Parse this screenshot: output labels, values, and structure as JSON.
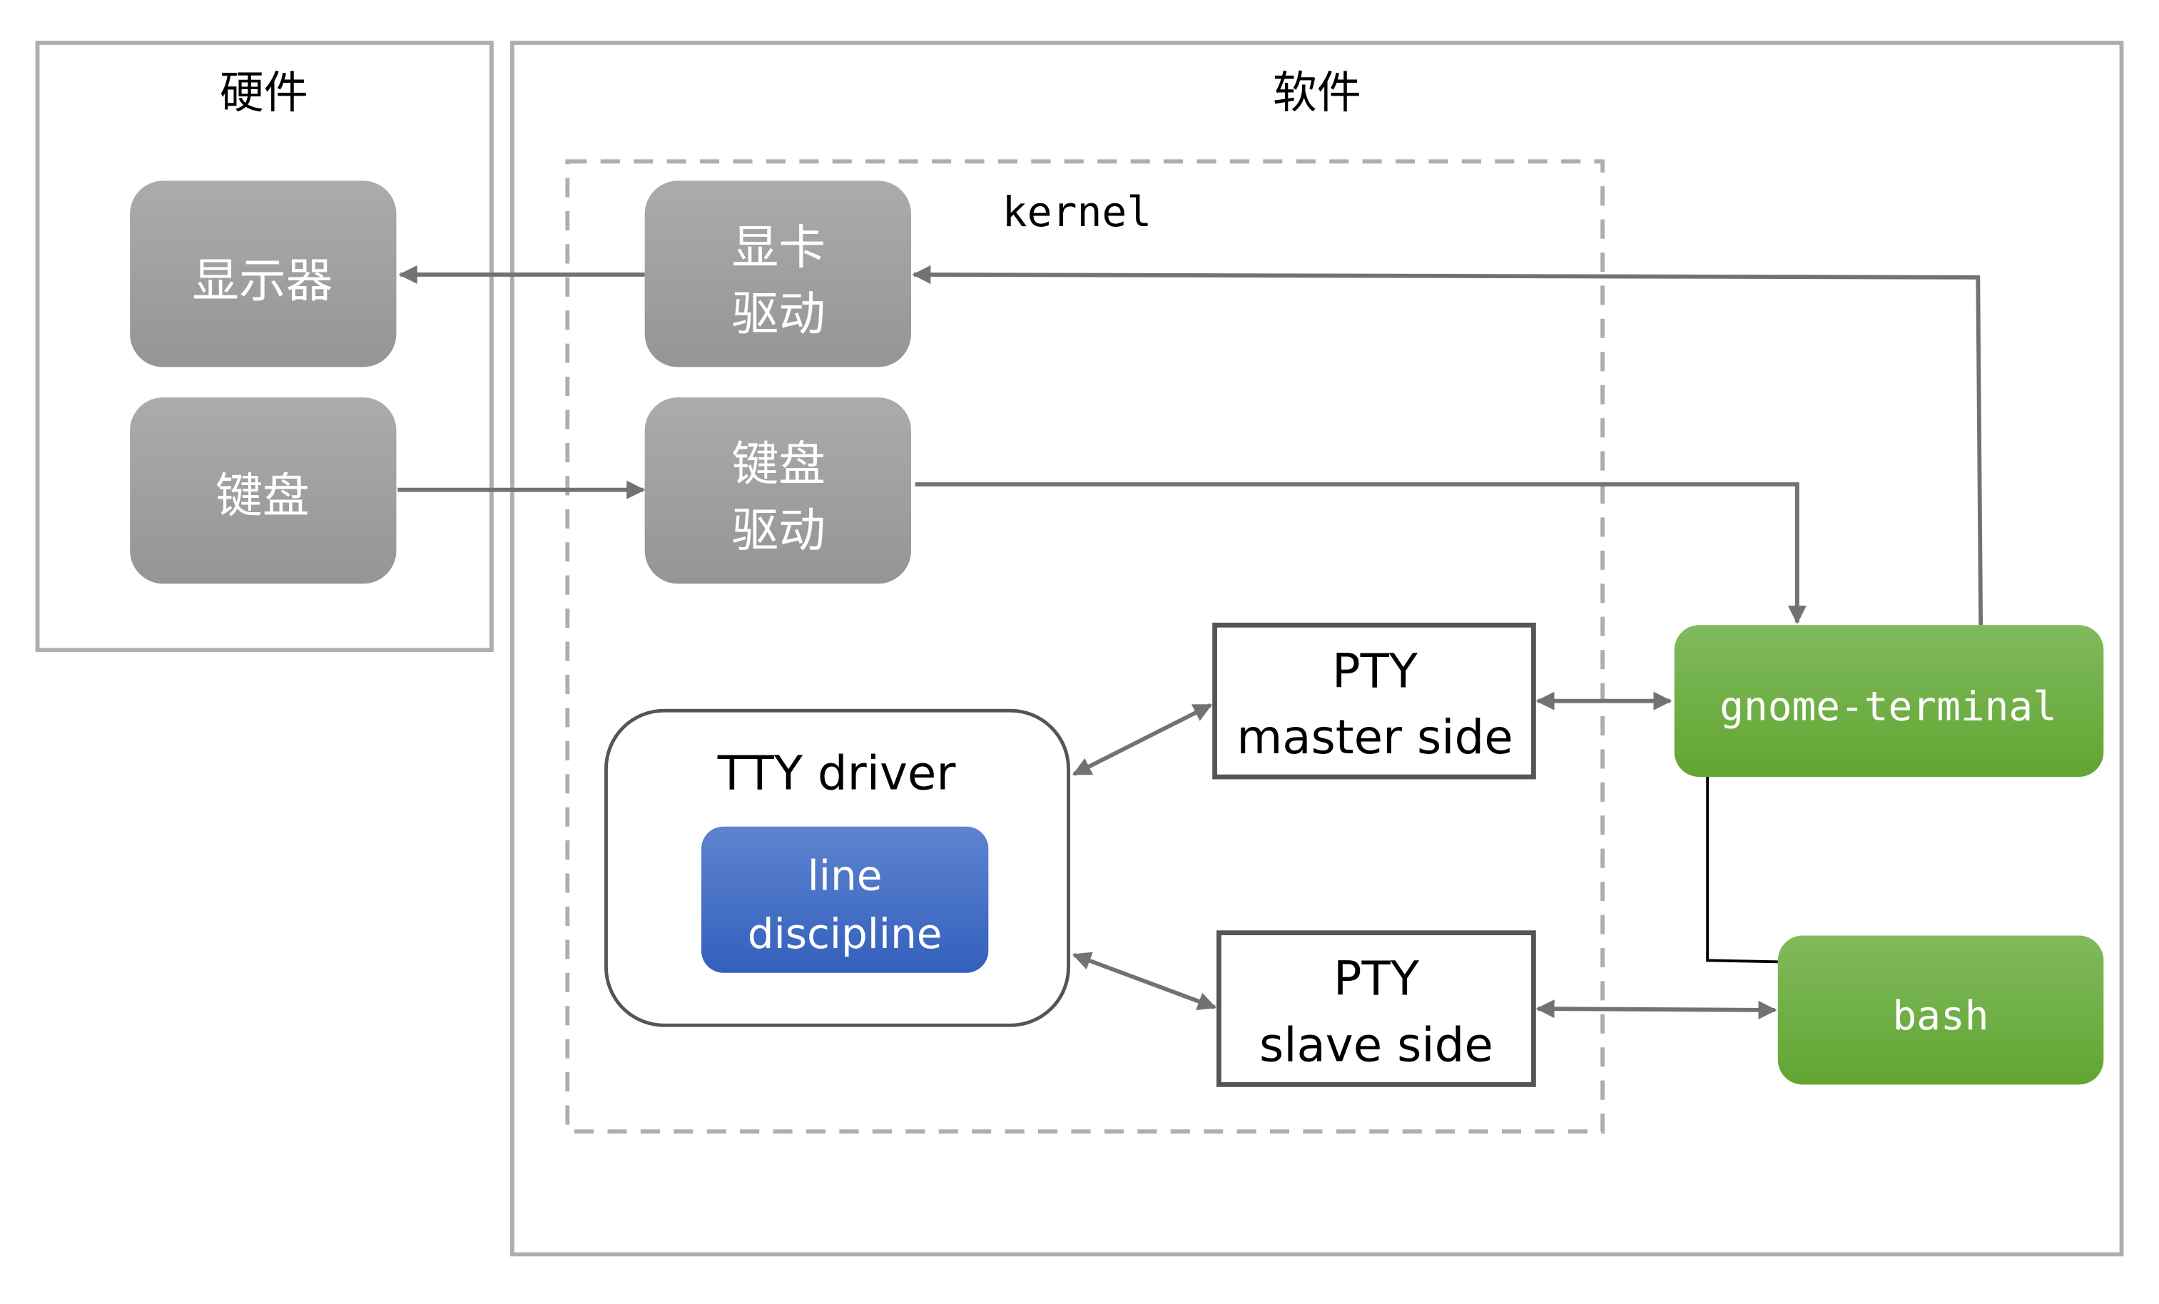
{
  "regions": {
    "hardware_label": "硬件",
    "software_label": "软件",
    "kernel_label": "kernel"
  },
  "hardware": {
    "display": "显示器",
    "keyboard": "键盘"
  },
  "kernel": {
    "gpu_driver_line1": "显卡",
    "gpu_driver_line2": "驱动",
    "kbd_driver_line1": "键盘",
    "kbd_driver_line2": "驱动",
    "tty_driver": "TTY driver",
    "line_discipline_line1": "line",
    "line_discipline_line2": "discipline",
    "pty_master_line1": "PTY",
    "pty_master_line2": "master side",
    "pty_slave_line1": "PTY",
    "pty_slave_line2": "slave side"
  },
  "userspace": {
    "terminal": "gnome-terminal",
    "shell": "bash"
  },
  "colors": {
    "region_border": "#aeaeae",
    "gray_box_top": "#ababab",
    "gray_box_bottom": "#959595",
    "green_top": "#7fba5a",
    "green_bottom": "#62a532",
    "blue_top": "#5d83cf",
    "blue_bottom": "#3461bd",
    "arrow": "#757171",
    "pty_border": "#555555"
  }
}
